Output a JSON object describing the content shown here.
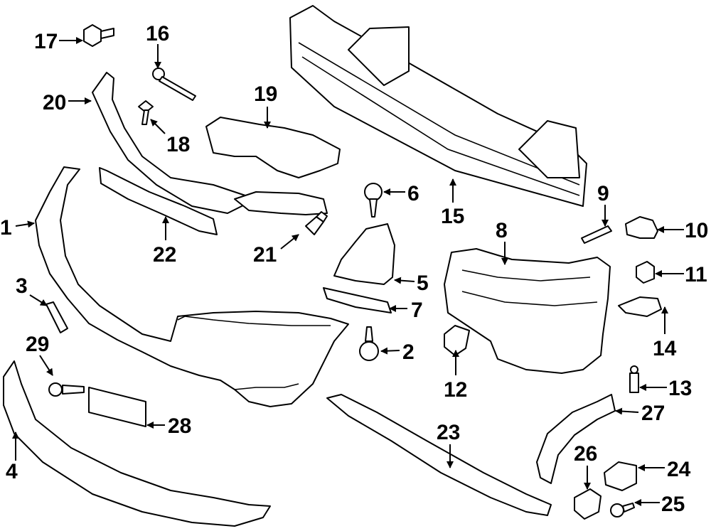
{
  "callouts": [
    "1",
    "2",
    "3",
    "4",
    "5",
    "6",
    "7",
    "8",
    "9",
    "10",
    "11",
    "12",
    "13",
    "14",
    "15",
    "16",
    "17",
    "18",
    "19",
    "20",
    "21",
    "22",
    "23",
    "24",
    "25",
    "26",
    "27",
    "28",
    "29"
  ],
  "colors": {
    "line": "#000000",
    "background": "#ffffff"
  }
}
